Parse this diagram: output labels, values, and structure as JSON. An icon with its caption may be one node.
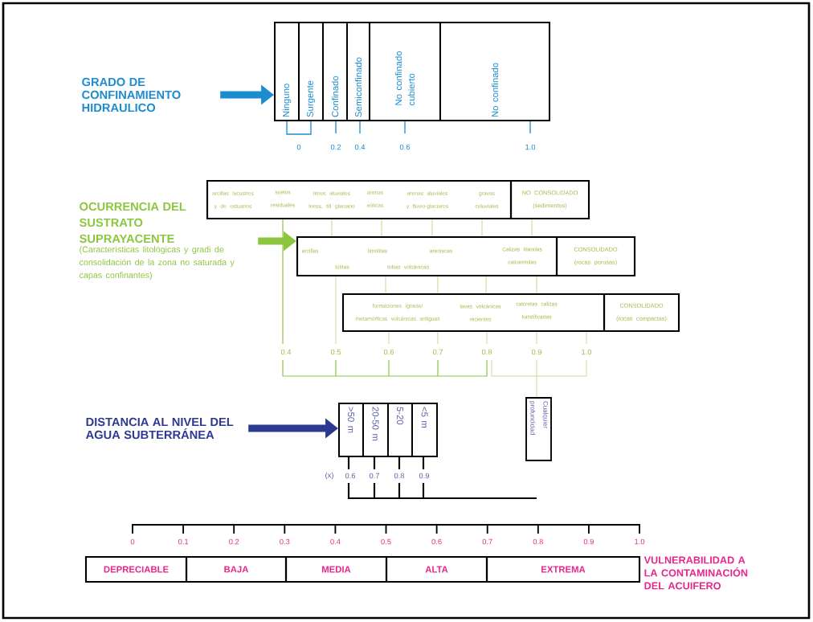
{
  "diagram": {
    "nodes": [
      {
        "text": [
          "GRADO DE CONFINAMIENTO HIDRAULICO"
        ]
      },
      {
        "text": [],
        "shape": "box"
      },
      {
        "text": [
          "Ninguno"
        ],
        "in": 1
      },
      {
        "text": [
          "Surgente"
        ],
        "in": 1
      },
      {
        "text": [
          "Confinado"
        ],
        "in": 1
      },
      {
        "text": [
          "Semiconfinado"
        ],
        "in": 1
      },
      {
        "text": [
          "No confinado cubierto"
        ],
        "in": 1
      },
      {
        "text": [
          "No confinado"
        ],
        "in": 1
      },
      {
        "text": [
          "OCURRENCIA DEL SUSTRATO SUPRAYACENTE",
          "(Características litológicas y gradi de consolidación de la zona no saturada y capas confinantes)"
        ]
      },
      {
        "text": [
          "arcillas lacustres y de estuarios",
          "suelos residuales",
          "limos aluviales loess, till glaciario",
          "arenas eólicas",
          "arenas aluviales y fluvio-glaciares",
          "gravas coluviales"
        ]
      },
      {
        "text": [
          "NO CONSOLIDADO (sedimentos)"
        ]
      },
      {
        "text": [
          "arcillas",
          "lutitas",
          "limolitas",
          "tobas volcánicas",
          "areniscas",
          "Calizas blandas calcarenitas"
        ]
      },
      {
        "text": [
          "CONSOLIDADO (rocas porosas)"
        ]
      },
      {
        "text": [
          "formaciones ígneas/ metamórficas volcánicas antiguas",
          "lavas volcánicas recientes",
          "calcretas calizas karstificadas"
        ]
      },
      {
        "text": [
          "CONSOLIDADO (rocas compactas)"
        ]
      },
      {
        "text": [
          "DISTANCIA AL NIVEL DEL AGUA SUBTERRÁNEA"
        ]
      },
      {
        "text": [],
        "shape": "box"
      },
      {
        "text": [
          ">50 m"
        ],
        "in": 16
      },
      {
        "text": [
          "20-50 m"
        ],
        "in": 16
      },
      {
        "text": [
          "5-20"
        ],
        "in": 16
      },
      {
        "text": [
          "<5 m"
        ],
        "in": 16
      },
      {
        "text": [
          "Cualquier profundidad"
        ]
      },
      {
        "text": [
          "DEPRECIABLE"
        ]
      },
      {
        "text": [
          "BAJA"
        ]
      },
      {
        "text": [
          "MEDIA"
        ]
      },
      {
        "text": [
          "ALTA"
        ]
      },
      {
        "text": [
          "EXTREMA"
        ]
      },
      {
        "text": [
          "VULNERABILIDAD A LA CONTAMINACIÓN DEL ACUIFERO"
        ]
      }
    ],
    "edges": [
      {
        "from": 0,
        "to": 1,
        "arrow": "to",
        "style": "thick",
        "color": "#1b8ccf"
      },
      {
        "from": 8,
        "to": 11,
        "arrow": "to",
        "style": "thick",
        "color": "#8cc63f"
      },
      {
        "from": 15,
        "to": 16,
        "arrow": "to",
        "style": "thick",
        "color": "#2b3990"
      },
      {
        "from": 9,
        "to": 11,
        "arrow": "none",
        "color": "#c5dc8f"
      },
      {
        "from": 9,
        "to": 11,
        "arrow": "none",
        "color": "#c5dc8f"
      },
      {
        "from": 9,
        "to": 11,
        "arrow": "none",
        "color": "#c5dc8f"
      },
      {
        "from": 9,
        "to": 11,
        "arrow": "none",
        "color": "#c5dc8f"
      },
      {
        "from": 10,
        "to": 11,
        "arrow": "none",
        "color": "#c5dc8f"
      },
      {
        "from": 11,
        "to": 13,
        "arrow": "none",
        "color": "#c5dc8f"
      },
      {
        "from": 11,
        "to": 13,
        "arrow": "none",
        "color": "#c5dc8f"
      },
      {
        "from": 11,
        "to": 13,
        "arrow": "none",
        "color": "#c5dc8f"
      },
      {
        "from": 11,
        "to": 13,
        "arrow": "none",
        "color": "#c5dc8f"
      }
    ],
    "labels": [
      "0",
      "0.2",
      "0.4",
      "0.6",
      "1.0",
      "0.4",
      "0.5",
      "0.6",
      "0.7",
      "0.8",
      "0.9",
      "1.0",
      "(x)",
      "0.6",
      "0.7",
      "0.8",
      "0.9",
      "0",
      "0.1",
      "0.2",
      "0.3",
      "0.4",
      "0.5",
      "0.6",
      "0.7",
      "0.8",
      "0.9",
      "1.0"
    ]
  }
}
